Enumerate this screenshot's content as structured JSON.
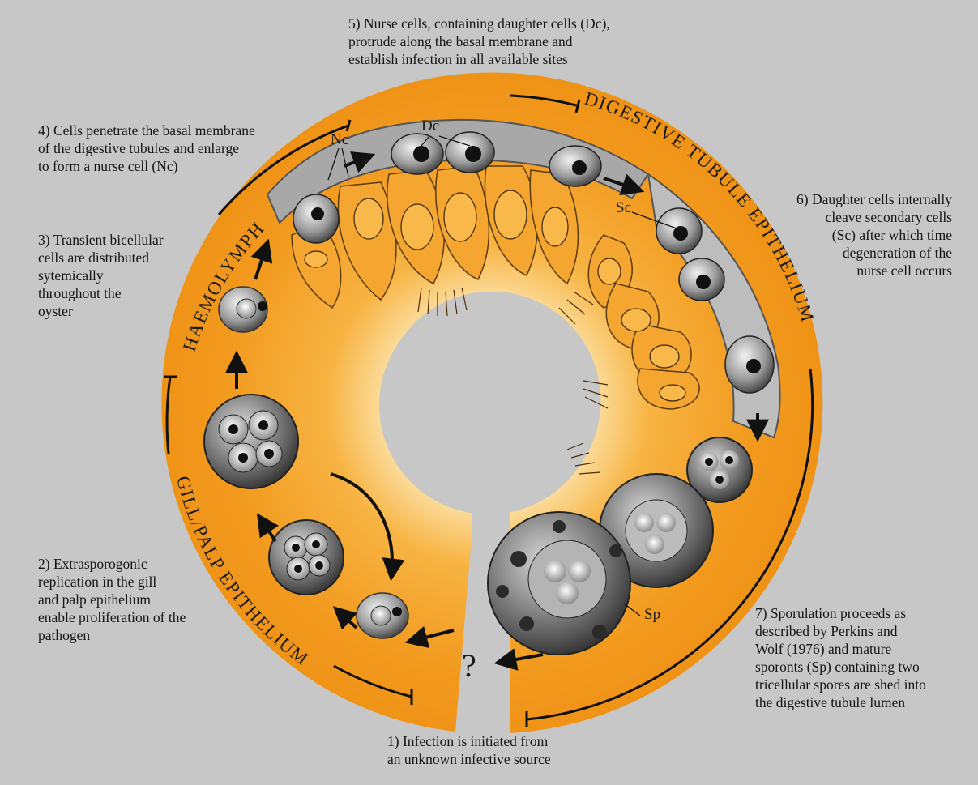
{
  "captions": {
    "step1": "1) Infection is initiated from\nan unknown infective source",
    "step2": "2) Extrasporogonic\nreplication in the gill\nand palp epithelium\nenable proliferation of the\npathogen",
    "step3": "3) Transient bicellular\ncells are distributed\nsytemically\nthroughout the\noyster",
    "step4": "4) Cells penetrate the basal membrane\nof the digestive tubules and enlarge\nto form a nurse cell (Nc)",
    "step5": "5) Nurse cells, containing daughter cells (Dc),\nprotrude along the basal membrane and\nestablish infection in all available sites",
    "step6": "6) Daughter cells internally\ncleave secondary cells\n(Sc) after which time\ndegeneration of the\nnurse cell occurs",
    "step7": "7) Sporulation proceeds as\ndescribed by Perkins and\nWolf (1976) and mature\nsporonts (Sp) containing two\ntricellular spores are shed into\nthe digestive tubule lumen"
  },
  "region_labels": {
    "haemolymph": "HAEMOLYMPH",
    "digestive": "DIGESTIVE TUBULE EPITHELIUM",
    "gill": "GILL/PALP EPITHELIUM"
  },
  "cell_labels": {
    "nc": "Nc",
    "dc": "Dc",
    "sc": "Sc",
    "sp": "Sp",
    "unknown": "?"
  },
  "colors": {
    "background": "#c7c7c7",
    "ring_orange": "#f29a1e",
    "ring_light": "#f7b64a",
    "cell_gray": "#8a8a8a"
  }
}
